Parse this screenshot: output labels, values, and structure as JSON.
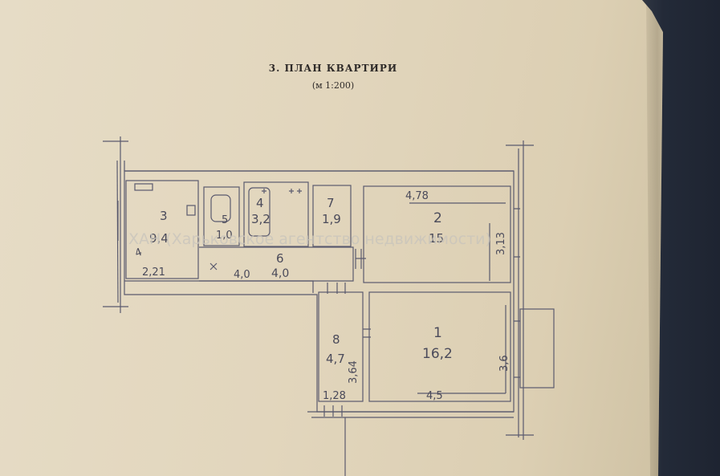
{
  "document": {
    "title": "3. ПЛАН КВАРТИРИ",
    "scale": "(м 1:200)",
    "watermark": "ХАН (Харьковское агентство недвижимости)"
  },
  "rooms": [
    {
      "number": "1",
      "area": "16,2"
    },
    {
      "number": "2",
      "area": "15"
    },
    {
      "number": "3",
      "area": "9,4"
    },
    {
      "number": "4",
      "area": "3,2"
    },
    {
      "number": "5",
      "area": "1,0"
    },
    {
      "number": "6",
      "area": "4,0"
    },
    {
      "number": "7",
      "area": "1,9"
    },
    {
      "number": "8",
      "area": "4,7"
    }
  ],
  "dimensions": {
    "room2_width": "4,78",
    "room2_depth": "3,13",
    "room1_width": "4,5",
    "room1_depth": "3,6",
    "room3_width": "2,21",
    "room3_depth": "4",
    "corridor_length": "4,0",
    "room8_width": "1,28",
    "room8_depth": "3,64"
  }
}
